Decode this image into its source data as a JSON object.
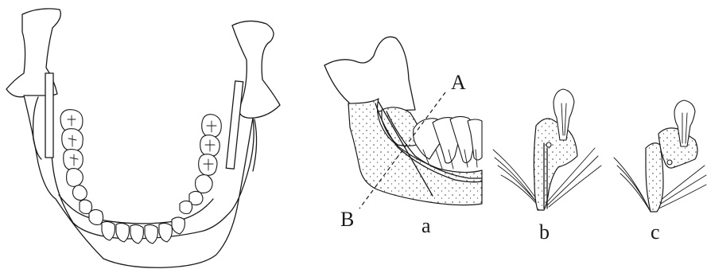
{
  "labels": {
    "line_a_upper": "A",
    "line_b_lower": "B",
    "panel_a": "a",
    "panel_b": "b",
    "panel_c": "c"
  }
}
